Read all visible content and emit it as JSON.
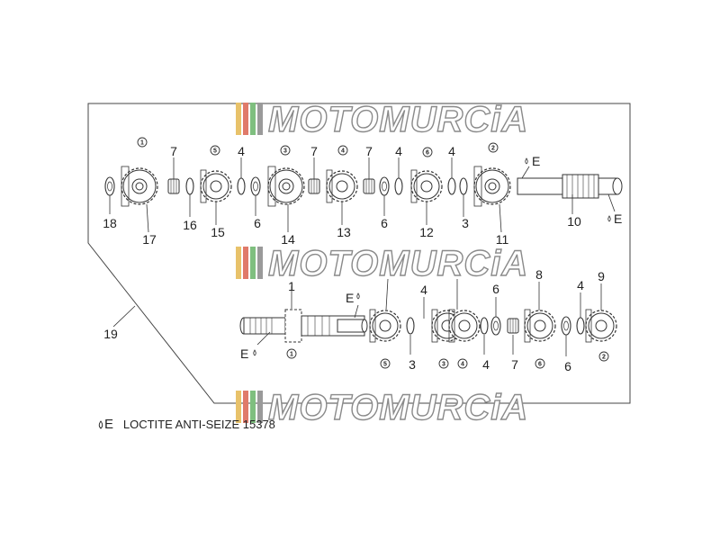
{
  "watermark": {
    "text": "MOTOMURCiA",
    "colors": [
      "#e8c26a",
      "#e07a6a",
      "#7fbf7f",
      "#9a9a9a"
    ]
  },
  "upper_shaft": {
    "labels": {
      "p18": "18",
      "p17": "17",
      "p16": "16",
      "p15": "15",
      "p6a": "6",
      "p14": "14",
      "p7a": "7",
      "p7b": "7",
      "p7c": "7",
      "p4a": "4",
      "p4b": "4",
      "p4c": "4",
      "p13": "13",
      "p6b": "6",
      "p12": "12",
      "p3": "3",
      "p11": "11",
      "p10": "10",
      "e1": "E",
      "e2": "E"
    },
    "gear_marks": [
      "1",
      "5",
      "3",
      "4",
      "6",
      "2"
    ]
  },
  "lower_shaft": {
    "labels": {
      "p1": "1",
      "e1": "E",
      "e2": "E",
      "p4a": "4",
      "p3": "3",
      "p6a": "6",
      "p4b": "4",
      "p7": "7",
      "p8": "8",
      "p4c": "4",
      "p6b": "6",
      "p9": "9"
    },
    "gear_marks": [
      "1",
      "5",
      "3",
      "4",
      "6",
      "2"
    ]
  },
  "assembly_label": "19",
  "legend": {
    "symbol": "E",
    "text": "LOCTITE ANTI-SEIZE 15378"
  }
}
